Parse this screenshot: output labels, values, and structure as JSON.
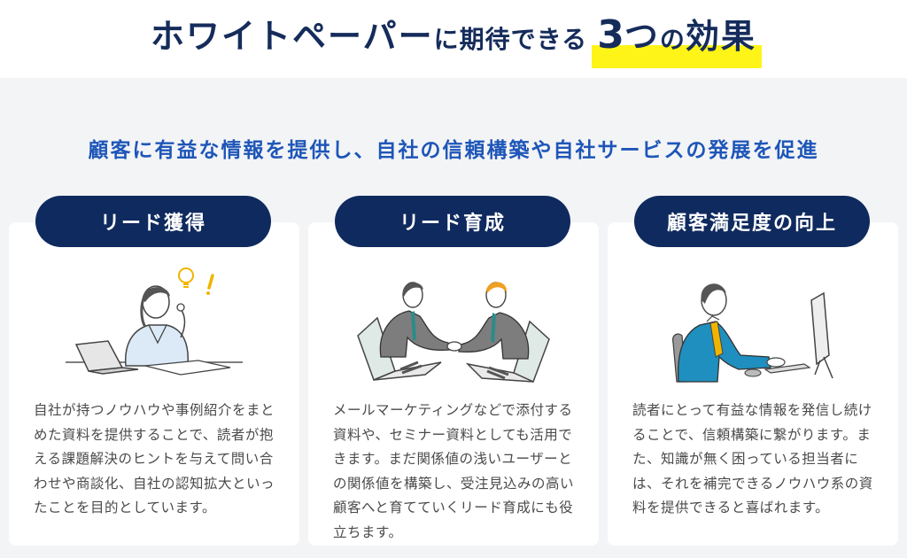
{
  "header": {
    "title_part1": "ホワイトペーパー",
    "title_part2": "に期待できる",
    "title_number": "3",
    "title_part3": "つ",
    "title_part4": "の",
    "title_part5": "効果",
    "highlight_color": "#fff418",
    "title_color": "#152c5b"
  },
  "main": {
    "subtitle": "顧客に有益な情報を提供し、自社の信頼構築や自社サービスの発展を促進",
    "subtitle_color": "#1e56b8",
    "cards": [
      {
        "label": "リード獲得",
        "illustration": "woman-at-laptop-idea-icon",
        "description": "自社が持つノウハウや事例紹介をまとめた資料を提供することで、読者が抱える課題解決のヒントを与えて問い合わせや商談化、自社の認知拡大といったことを目的としています。"
      },
      {
        "label": "リード育成",
        "illustration": "handshake-laptops-icon",
        "description": "メールマーケティングなどで添付する資料や、セミナー資料としても活用できます。まだ関係値の浅いユーザーとの関係値を構築し、受注見込みの高い顧客へと育てていくリード育成にも役立ちます。"
      },
      {
        "label": "顧客満足度の向上",
        "illustration": "man-at-computer-icon",
        "description": "読者にとって有益な情報を発信し続けることで、信頼構築に繋がります。また、知識が無く困っている担当者には、それを補完できるノウハウ系の資料を提供できると喜ばれます。"
      }
    ],
    "pill_color": "#0f2a5e"
  }
}
